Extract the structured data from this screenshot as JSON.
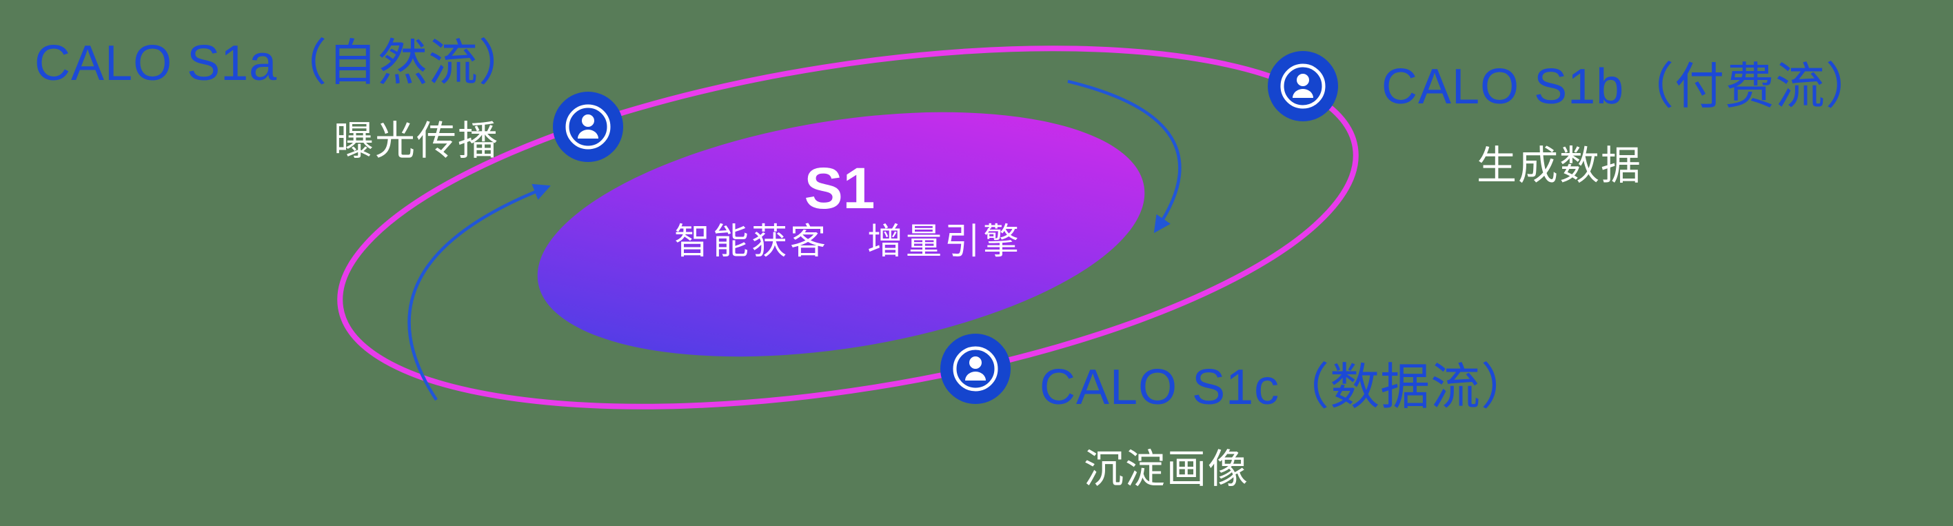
{
  "colors": {
    "background": "#587C58",
    "label_blue": "#1C49D6",
    "node_blue": "#1545CE",
    "ring_magenta": "#E93BEC",
    "gradient_start": "#3C41E4",
    "gradient_mid": "#9232EC",
    "gradient_end": "#DD2BEA",
    "arrow_blue": "#2156D8",
    "subtitle_white": "#FFFFFF"
  },
  "center": {
    "title": "S1",
    "subtitle": "智能获客　增量引擎"
  },
  "nodes": [
    {
      "id": "s1a",
      "title": "CALO S1a（自然流）",
      "subtitle": "曝光传播",
      "icon": "user-badge-icon"
    },
    {
      "id": "s1b",
      "title": "CALO S1b（付费流）",
      "subtitle": "生成数据",
      "icon": "user-badge-icon"
    },
    {
      "id": "s1c",
      "title": "CALO S1c（数据流）",
      "subtitle": "沉淀画像",
      "icon": "user-badge-icon"
    }
  ]
}
